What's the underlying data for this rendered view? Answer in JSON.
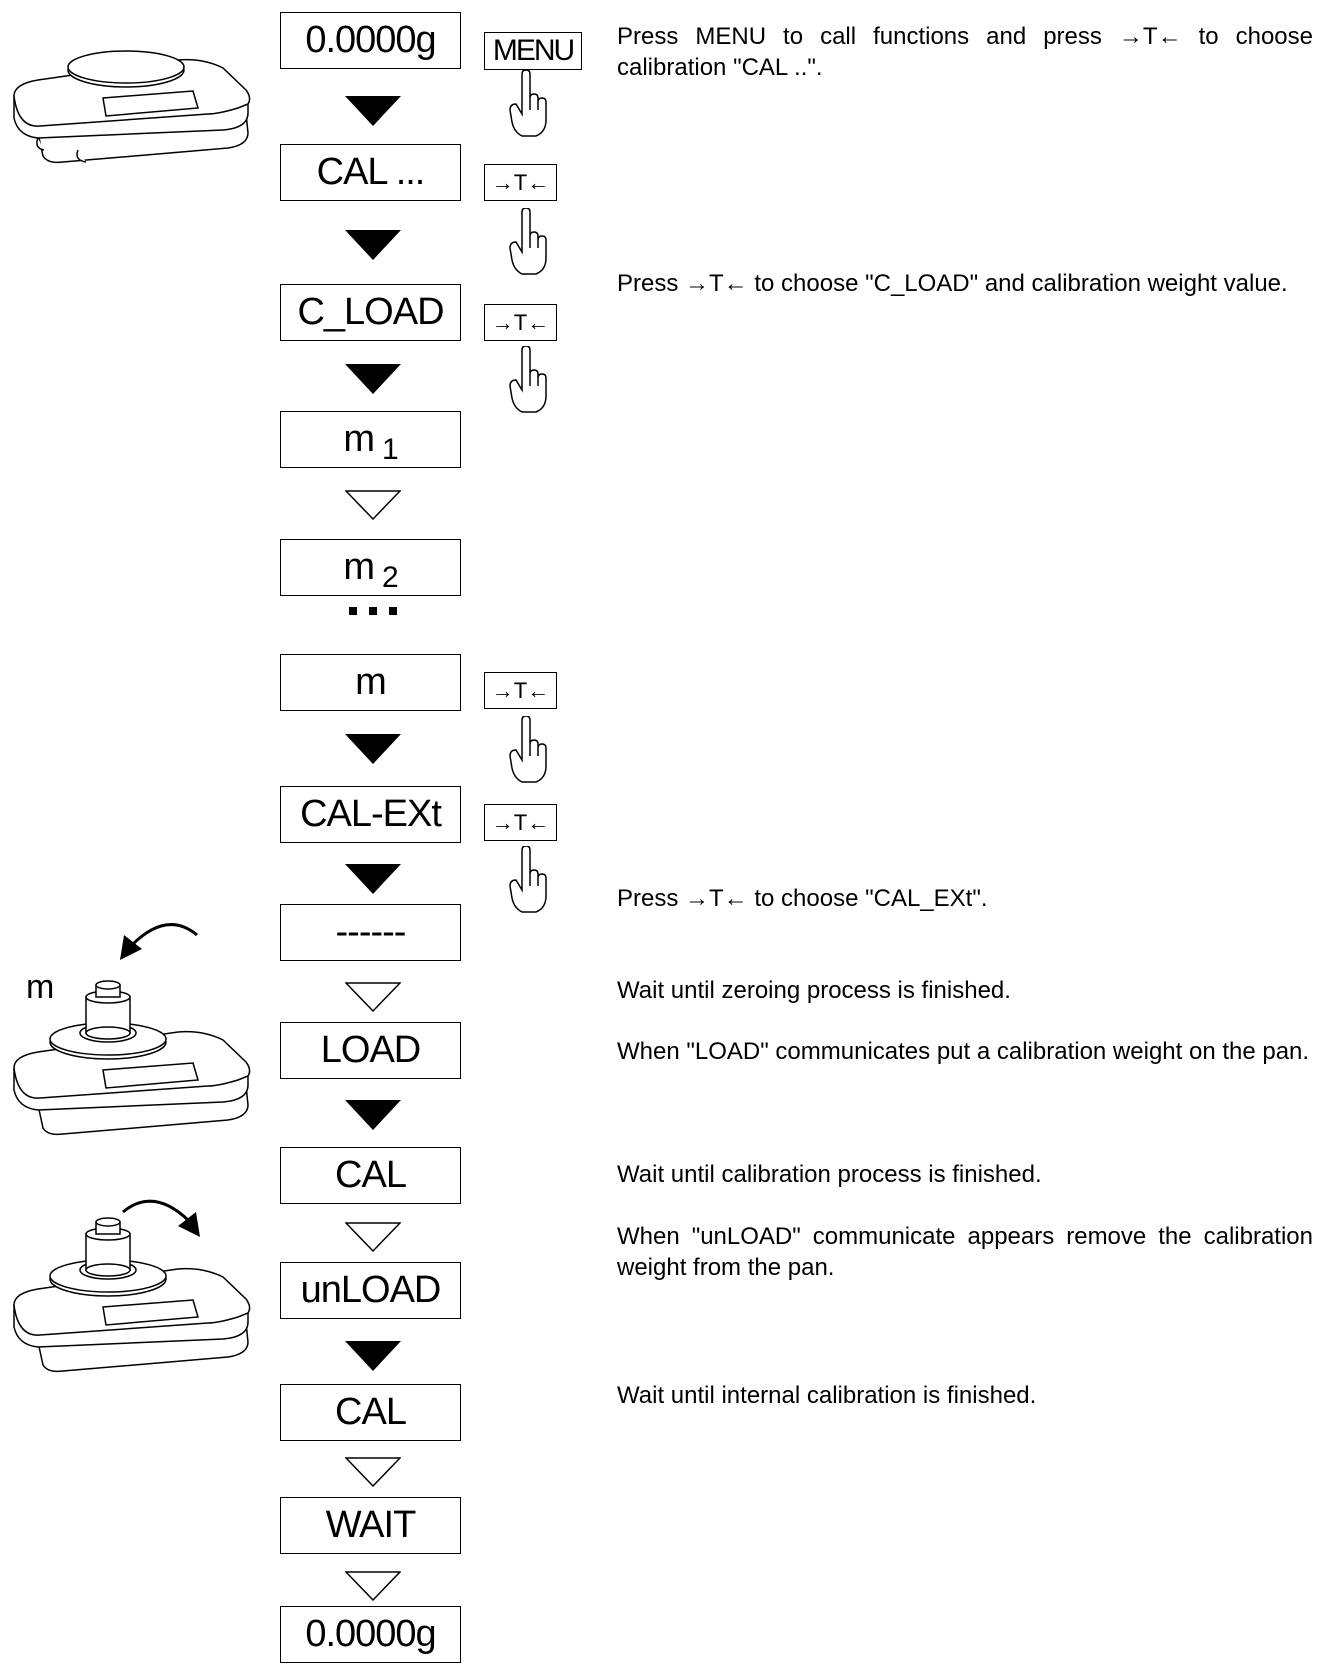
{
  "displays": [
    {
      "id": "d1",
      "text": "0.0000g",
      "sub": ""
    },
    {
      "id": "d2",
      "text": "CAL ...",
      "sub": ""
    },
    {
      "id": "d3",
      "text": "C_LOAD",
      "sub": ""
    },
    {
      "id": "d4",
      "text": "m",
      "sub": "1"
    },
    {
      "id": "d5",
      "text": "m",
      "sub": "2"
    },
    {
      "id": "d6",
      "text": "m",
      "sub": ""
    },
    {
      "id": "d7",
      "text": "CAL-EXt",
      "sub": ""
    },
    {
      "id": "d8",
      "text": "------",
      "sub": ""
    },
    {
      "id": "d9",
      "text": "LOAD",
      "sub": ""
    },
    {
      "id": "d10",
      "text": "CAL",
      "sub": ""
    },
    {
      "id": "d11",
      "text": "unLOAD",
      "sub": ""
    },
    {
      "id": "d12",
      "text": "CAL",
      "sub": ""
    },
    {
      "id": "d13",
      "text": "WAIT",
      "sub": ""
    },
    {
      "id": "d14",
      "text": "0.0000g",
      "sub": ""
    }
  ],
  "keys": {
    "menu_label": "MENU",
    "tare_label": "→T←"
  },
  "weight_label": "m",
  "ellipsis": "...",
  "descriptions": {
    "step1": "Press MENU to call functions and press →T←  to choose calibration \"CAL ..\".",
    "step2": "Press →T←  to choose \"C_LOAD\" and calibration weight value.",
    "step3": "Press →T←  to choose \"CAL_EXt\".",
    "step4": "Wait until zeroing process is finished.",
    "step5": "When \"LOAD\" communicates put a calibration weight on the pan.",
    "step6": "Wait until calibration process is finished.",
    "step7": "When \"unLOAD\" communicate appears remove the calibration weight from the pan.",
    "step8": "Wait until internal calibration is finished."
  }
}
